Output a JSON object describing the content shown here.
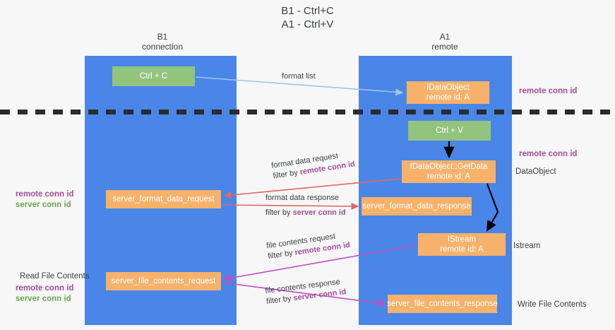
{
  "title": {
    "line1": "B1 - Ctrl+C",
    "line2": "A1 - Ctrl+V"
  },
  "columns": [
    {
      "id": "b1",
      "name": "B1",
      "subtitle": "connection"
    },
    {
      "id": "a1",
      "name": "A1",
      "subtitle": "remote"
    }
  ],
  "nodes": {
    "ctrl_c": {
      "label": "Ctrl + C",
      "sublabel": "",
      "color": "#93c47d"
    },
    "dataobject": {
      "label": "IDataObject",
      "sublabel": "remote id: A",
      "color": "#f6b26b"
    },
    "ctrl_v": {
      "label": "Ctrl + V",
      "sublabel": "",
      "color": "#93c47d"
    },
    "getdata": {
      "label": "IDataObject::GetData",
      "sublabel": "remote id: A",
      "color": "#f6b26b"
    },
    "format_request": {
      "label": "server_format_data_request",
      "sublabel": "",
      "color": "#f6b26b"
    },
    "format_response": {
      "label": "server_format_data_response",
      "sublabel": "",
      "color": "#f6b26b"
    },
    "istream": {
      "label": "IStream",
      "sublabel": "remote id: A",
      "color": "#f6b26b"
    },
    "file_request": {
      "label": "server_file_contents_request",
      "sublabel": "",
      "color": "#f6b26b"
    },
    "file_response": {
      "label": "server_file_contents_response",
      "sublabel": "",
      "color": "#f6b26b"
    }
  },
  "edges": {
    "format_list": {
      "text": "format list"
    },
    "format_data_request": {
      "text": "format data request",
      "filter_prefix": "filter by ",
      "filter_key": "remote conn id"
    },
    "format_data_response": {
      "text": "format data response",
      "filter_prefix": "filter by ",
      "filter_key": "server conn id"
    },
    "file_contents_request": {
      "text": "file contents request",
      "filter_prefix": "filter by ",
      "filter_key": "remote conn id"
    },
    "file_contents_response": {
      "text": "file contents response",
      "filter_prefix": "filter by ",
      "filter_key": "server conn id"
    }
  },
  "annotations": {
    "remote_conn_id_top": "remote conn id",
    "remote_conn_id_middle": "remote conn id",
    "dataobject": "DataObject",
    "istream": "Istream",
    "write_file_contents": "Write File Contents",
    "read_file_contents": "Read File Contents",
    "legend_remote": "remote conn id",
    "legend_server": "server conn id"
  },
  "colors": {
    "lane": "#4a86e8",
    "green_node": "#93c47d",
    "orange_node": "#f6b26b",
    "purple_text": "#a64d9a",
    "green_text": "#6aa84f",
    "arrow_blue": "#9fc5e8",
    "arrow_red": "#e06666",
    "arrow_magenta": "#c24ec2",
    "arrow_black": "#000000",
    "divider": "#2b2b2b",
    "background": "#f7f7f7"
  }
}
